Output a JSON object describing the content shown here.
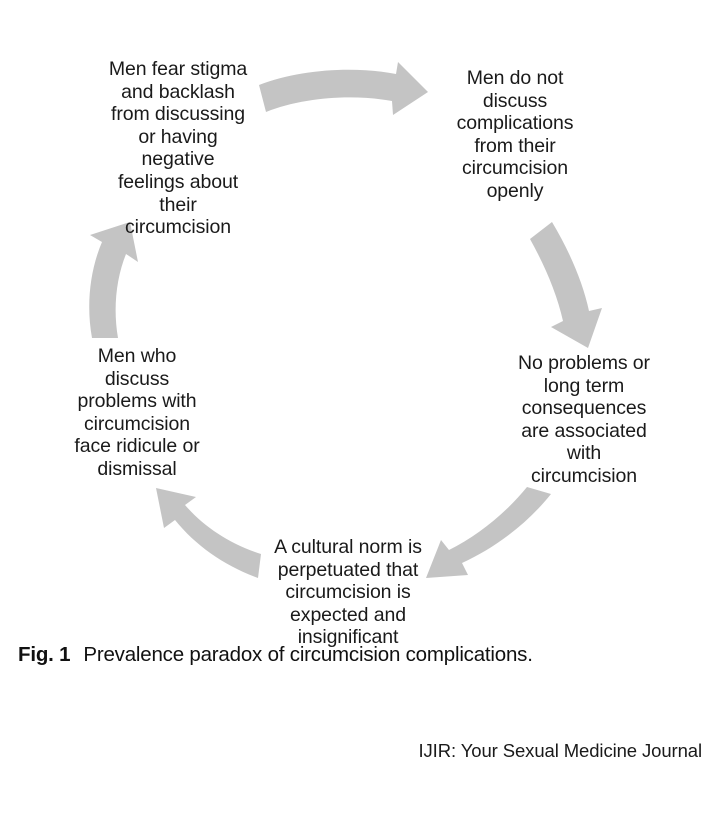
{
  "figure": {
    "type": "cycle-diagram",
    "arrow_color": "#c4c4c4",
    "text_color": "#1a1a1a",
    "background": "#ffffff",
    "nodes": [
      {
        "id": "stigma",
        "position": "top-left",
        "text": "Men fear stigma\nand backlash\nfrom discussing\nor having\nnegative\nfeelings about\ntheir\ncircumcision"
      },
      {
        "id": "no-open-discussion",
        "position": "top-right",
        "text": "Men do not\ndiscuss\ncomplications\nfrom their\ncircumcision\nopenly"
      },
      {
        "id": "no-problems",
        "position": "right",
        "text": "No problems or\nlong term\nconsequences\nare associated\nwith\ncircumcision"
      },
      {
        "id": "cultural-norm",
        "position": "bottom",
        "text": "A cultural norm is\nperpetuated that\ncircumcision is\nexpected and\ninsignificant"
      },
      {
        "id": "ridicule",
        "position": "left",
        "text": "Men who\ndiscuss\nproblems with\ncircumcision\nface ridicule or\ndismissal"
      }
    ],
    "arrows": [
      {
        "id": "arrow-top",
        "from": "stigma",
        "to": "no-open-discussion",
        "direction": "right"
      },
      {
        "id": "arrow-right",
        "from": "no-open-discussion",
        "to": "no-problems",
        "direction": "down"
      },
      {
        "id": "arrow-bottom-right",
        "from": "no-problems",
        "to": "cultural-norm",
        "direction": "down-left"
      },
      {
        "id": "arrow-bottom-left",
        "from": "cultural-norm",
        "to": "ridicule",
        "direction": "up-left"
      },
      {
        "id": "arrow-left",
        "from": "ridicule",
        "to": "stigma",
        "direction": "up"
      }
    ]
  },
  "caption": {
    "label": "Fig. 1",
    "text": "Prevalence paradox of circumcision complications."
  },
  "footer": {
    "journal": "IJIR: Your Sexual Medicine Journal"
  }
}
